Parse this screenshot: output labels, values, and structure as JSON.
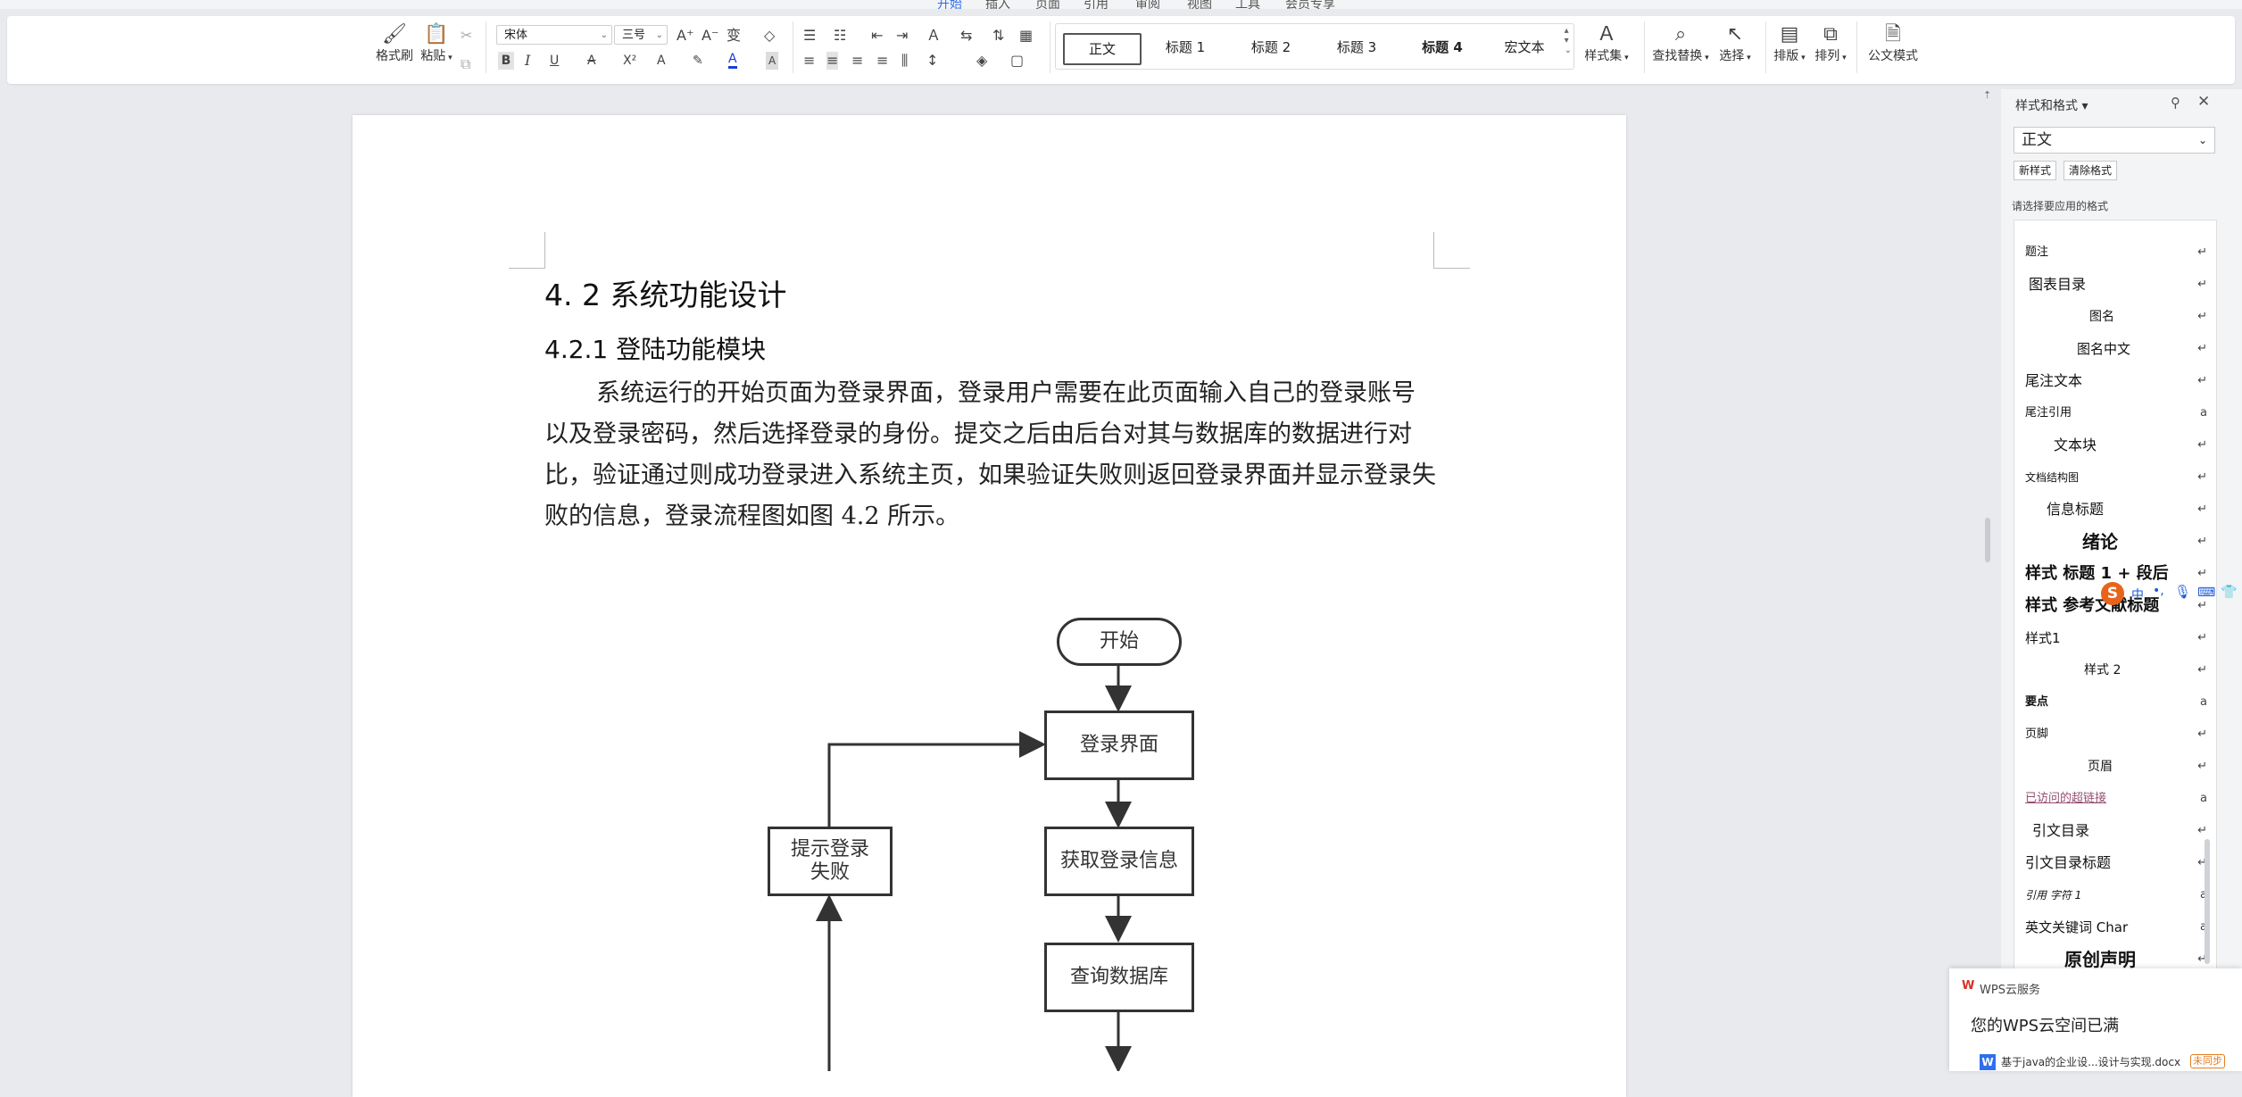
{
  "tabs": [
    "开始",
    "插入",
    "页面",
    "引用",
    "审阅",
    "视图",
    "工具",
    "会员专享"
  ],
  "ribbon": {
    "format_painter": "格式刷",
    "paste": "粘贴",
    "font_name": "宋体",
    "font_size": "三号",
    "bold": "B",
    "italic": "I",
    "underline": "U",
    "styles": [
      "正文",
      "标题 1",
      "标题 2",
      "标题 3",
      "标题 4",
      "宏文本"
    ],
    "style_set": "样式集",
    "find_replace": "查找替换",
    "select": "选择",
    "layout": "排版",
    "arrange": "排列",
    "official_mode": "公文模式"
  },
  "doc": {
    "heading2": "4. 2  系统功能设计",
    "heading3": "4.2.1  登陆功能模块",
    "paragraph": "系统运行的开始页面为登录界面，登录用户需要在此页面输入自己的登录账号以及登录密码，然后选择登录的身份。提交之后由后台对其与数据库的数据进行对比，验证通过则成功登录进入系统主页，如果验证失败则返回登录界面并显示登录失败的信息，登录流程图如图 4.2 所示。",
    "flow": {
      "start": "开始",
      "login": "登录界面",
      "get_info": "获取登录信息",
      "query_db": "查询数据库",
      "fail_line1": "提示登录",
      "fail_line2": "失败"
    }
  },
  "panel": {
    "title": "样式和格式",
    "current_style": "正文",
    "new_style": "新样式",
    "clear_format": "清除格式",
    "hint": "请选择要应用的格式",
    "styles": [
      {
        "label": "题注",
        "mark": "↵"
      },
      {
        "label": "图表目录",
        "mark": "↵"
      },
      {
        "label": "图名",
        "mark": "↵"
      },
      {
        "label": "图名中文",
        "mark": "↵"
      },
      {
        "label": "尾注文本",
        "mark": "↵"
      },
      {
        "label": "尾注引用",
        "mark": "a"
      },
      {
        "label": "文本块",
        "mark": "↵"
      },
      {
        "label": "文档结构图",
        "mark": "↵"
      },
      {
        "label": "信息标题",
        "mark": "↵"
      },
      {
        "label": "绪论",
        "mark": "↵"
      },
      {
        "label": "样式 标题 1 + 段后",
        "mark": "↵"
      },
      {
        "label": "样式 参考文献标题",
        "mark": "↵"
      },
      {
        "label": "样式1",
        "mark": "↵"
      },
      {
        "label": "样式 2",
        "mark": "↵"
      },
      {
        "label": "要点",
        "mark": "a"
      },
      {
        "label": "页脚",
        "mark": "↵"
      },
      {
        "label": "页眉",
        "mark": "↵"
      },
      {
        "label": "已访问的超链接",
        "mark": "a"
      },
      {
        "label": "引文目录",
        "mark": "↵"
      },
      {
        "label": "引文目录标题",
        "mark": "↵"
      },
      {
        "label": "引用 字符 1",
        "mark": "a"
      },
      {
        "label": "英文关键词 Char",
        "mark": "a"
      },
      {
        "label": "原创声明",
        "mark": "↵"
      }
    ]
  },
  "toast": {
    "brand": "WPS云服务",
    "message": "您的WPS云空间已满",
    "file": "基于java的企业设...设计与实现.docx",
    "badge": "未同步"
  },
  "colors": {
    "accent": "#2f6fed",
    "visited_link": "#954f72",
    "toast_brand": "#d93025"
  }
}
